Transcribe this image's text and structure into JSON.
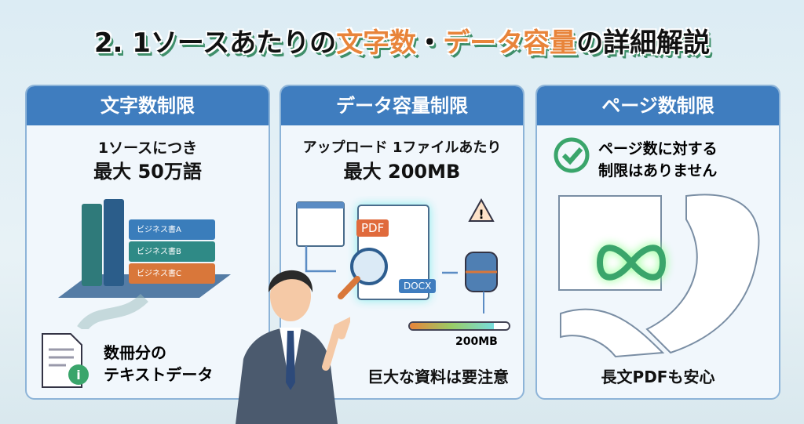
{
  "title": {
    "part1": "2. 1ソースあたりの",
    "accent1": "文字数",
    "dot": "・",
    "accent2": "データ容量",
    "part2": "の詳細解説"
  },
  "panels": [
    {
      "header": "文字数制限",
      "line1": "1ソースにつき",
      "line2": "最大 50万語",
      "books": [
        "ビジネス書A",
        "ビジネス書B",
        "ビジネス書C"
      ],
      "caption_line1": "数冊分の",
      "caption_line2": "テキストデータ"
    },
    {
      "header": "データ容量制限",
      "line1": "アップロード 1ファイルあたり",
      "line2": "最大 200MB",
      "badge_pdf": "PDF",
      "badge_docx": "DOCX",
      "bar_label": "200MB",
      "bar_fill": 0.85,
      "caption": "巨大な資料は要注意"
    },
    {
      "header": "ページ数制限",
      "line1": "ページ数に対する",
      "line2": "制限はありません",
      "caption": "長文PDFも安心"
    }
  ],
  "colors": {
    "header": "#3f7dbf",
    "accent": "#e8843a",
    "check": "#3aa56b"
  }
}
